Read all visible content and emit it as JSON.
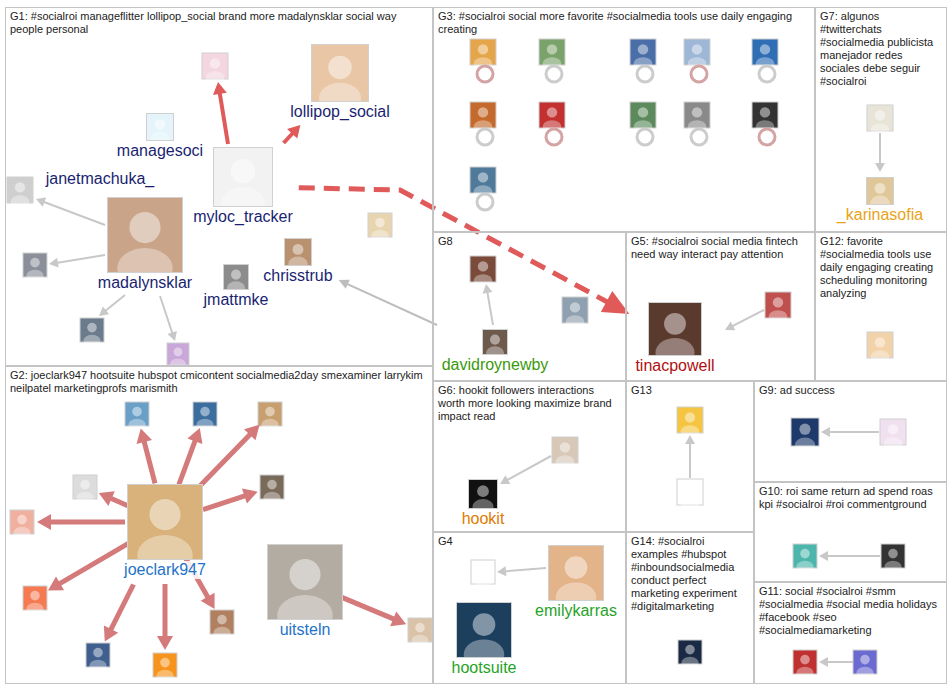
{
  "diagram": {
    "nodes": [
      {
        "text": [
          "G1: #socialroi manageflitter lollipop_social brand more madalynsklar social way people personal"
        ]
      },
      {
        "text": [
          "G3: #socialroi social more favorite #socialmedia tools use daily engaging creating"
        ]
      },
      {
        "text": [
          "G7: algunos #twitterchats #socialmedia publicista manejador redes sociales debe seguir #socialroi"
        ]
      },
      {
        "text": [
          "G8"
        ]
      },
      {
        "text": [
          "G5: #socialroi social media fintech need way interact pay attention"
        ]
      },
      {
        "text": [
          "G12: favorite #socialmedia tools use daily engaging creating scheduling monitoring analyzing"
        ]
      },
      {
        "text": [
          "G2: joeclark947 hootsuite hubspot cmicontent socialmedia2day smexaminer larrykim neilpatel marketingprofs marismith"
        ]
      },
      {
        "text": [
          "G6: hookit followers interactions worth more looking maximize brand impact read"
        ]
      },
      {
        "text": [
          "G13"
        ]
      },
      {
        "text": [
          "G9: ad success"
        ]
      },
      {
        "text": [
          "G10: roi same return ad spend roas kpi #socialroi #roi commentground"
        ]
      },
      {
        "text": [
          "G4"
        ]
      },
      {
        "text": [
          "G14: #socialroi examples #hubspot #inboundsocialmedia conduct perfect marketing experiment #digitalmarketing"
        ]
      },
      {
        "text": [
          "G11: social #socialroi #smm #socialmedia #social media holidays #facebook #seo #socialmediamarketing"
        ]
      },
      {
        "text": [
          "lollipop_social"
        ],
        "in": 0
      },
      {
        "text": [
          "managesoci"
        ],
        "in": 0
      },
      {
        "text": [
          "janetmachuka_"
        ],
        "in": 0
      },
      {
        "text": [
          "myloc_tracker"
        ],
        "in": 0
      },
      {
        "text": [
          "madalynsklar"
        ],
        "in": 0
      },
      {
        "text": [
          "jmattmke"
        ],
        "in": 0
      },
      {
        "text": [
          "chrisstrub"
        ],
        "in": 0
      },
      {
        "text": [
          "joeclark947"
        ],
        "in": 6
      },
      {
        "text": [
          "uitsteln"
        ],
        "in": 6
      },
      {
        "text": [
          "_karinasofia"
        ],
        "in": 2
      },
      {
        "text": [
          "davidroynewby"
        ],
        "in": 3
      },
      {
        "text": [
          "tinacpowell"
        ],
        "in": 4
      },
      {
        "text": [
          "hookit"
        ],
        "in": 7
      },
      {
        "text": [
          "emilykarras"
        ],
        "in": 11
      },
      {
        "text": [
          "hootsuite"
        ],
        "in": 11
      }
    ],
    "edges": [
      {
        "from": 17,
        "to": 25,
        "arrow": "to"
      },
      {
        "from": 17,
        "to": 14,
        "arrow": "to"
      },
      {
        "from": 24,
        "to": 20,
        "arrow": "to"
      }
    ]
  }
}
